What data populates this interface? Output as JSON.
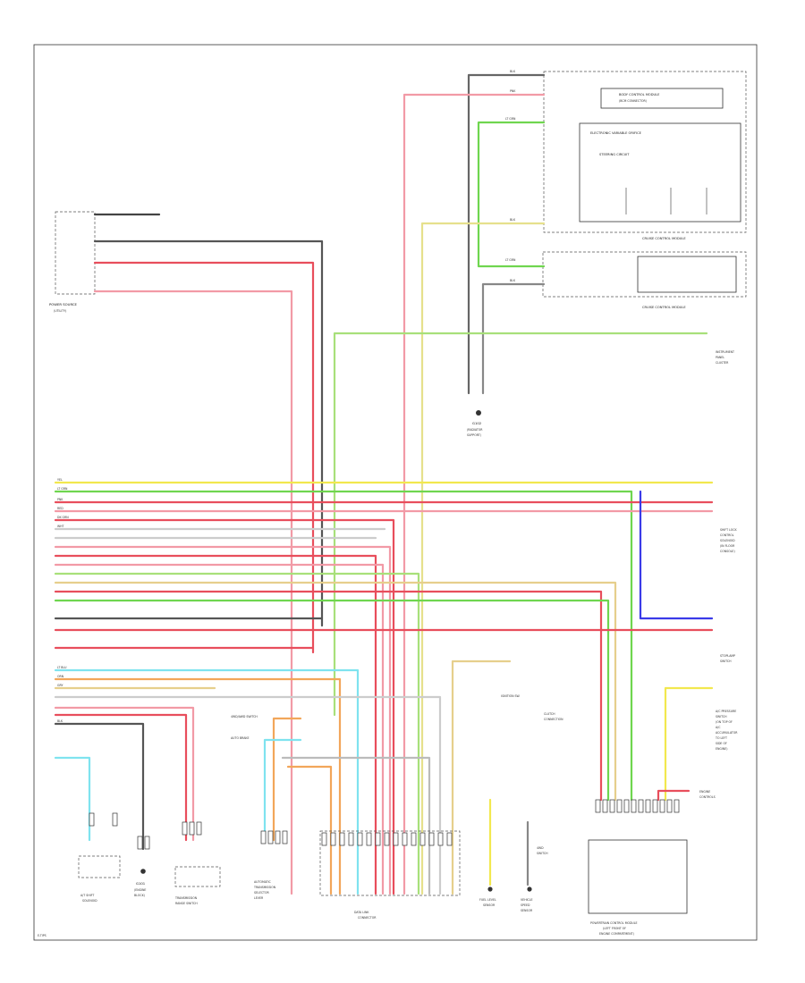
{
  "colors": {
    "yellow": "#f2e84e",
    "green": "#6fd64f",
    "ltgreen": "#a8e07a",
    "red": "#e84e5c",
    "pink": "#f29aa6",
    "gray": "#7a7a7a",
    "dkgray": "#444444",
    "tan": "#e6cf8c",
    "orange": "#f2a65a",
    "ltblue": "#7fe3ef",
    "blue": "#3a3ae8",
    "white": "#dddddd"
  },
  "labels": {
    "wire_top_1": "BLK",
    "wire_top_2": "PNK",
    "wire_top_3": "LT GRN",
    "wire_top_4": "BLK",
    "wire_top_5": "LT GRN",
    "wire_top_6": "BLK",
    "module_a": "BODY CONTROL MODULE",
    "module_a_sub": "(BCM CONNECTOR)",
    "module_b": "ELECTRONIC VARIABLE ORIFICE",
    "module_b_2": "STEERING CIRCUIT",
    "cruise_ctrl": "CRUISE CONTROL MODULE",
    "cruise_ctrl_2": "CRUISE CONTROL MODULE",
    "power_source": "POWER SOURCE",
    "power_source_2": "(UTILITY)",
    "ground_top": "G102",
    "ground_top_2": "(RADIATOR",
    "ground_top_3": "SUPPORT)",
    "inst_right_1": "INSTRUMENT",
    "inst_right_2": "PANEL",
    "inst_right_3": "CLUSTER",
    "shift_lock_1": "SHIFT LOCK",
    "shift_lock_2": "CONTROL",
    "shift_lock_3": "SOLENOID",
    "shift_lock_4": "(IN FLOOR",
    "shift_lock_5": "CONSOLE)",
    "stop_lamp": "STOPLAMP",
    "stop_lamp_2": "SWITCH",
    "ac_pressure_1": "A/C PRESSURE",
    "ac_pressure_2": "SWITCH",
    "ac_pressure_3": "(ON TOP OF",
    "ac_pressure_4": "A/C",
    "ac_pressure_5": "ACCUMULATOR",
    "ac_pressure_6": "TO LEFT",
    "ac_pressure_7": "SIDE OF",
    "ac_pressure_8": "ENGINE)",
    "ignition_sw_1": "IGNITION SW.",
    "ignition_sw_2": "CLUTCH",
    "ignition_sw_3": "CONNECTION",
    "fuel_level_1": "FUEL LEVEL",
    "fuel_level_2": "SENSOR",
    "wss_1": "VEHICLE",
    "wss_2": "SPEED",
    "wss_3": "SENSOR",
    "pcm_1": "POWERTRAIN CONTROL MODULE",
    "pcm_2": "(LEFT FRONT OF",
    "pcm_3": "ENGINE COMPARTMENT)",
    "sensor_1": "A/T SHIFT",
    "sensor_2": "SOLENOID",
    "ground_bot": "G101",
    "ground_bot_2": "(ENGINE",
    "ground_bot_3": "BLOCK)",
    "trans_range_1": "TRANSMISSION",
    "trans_range_2": "RANGE SWITCH",
    "selectors_1": "AUTOMATIC",
    "selectors_2": "TRANSMISSION",
    "selectors_3": "SELECTOR",
    "selectors_4": "LEVER",
    "data_link_1": "DATA LINK",
    "data_link_2": "CONNECTOR",
    "sensor_r_1": "4WD",
    "sensor_r_2": "SWITCH",
    "left_pin_1": "YEL",
    "left_pin_2": "LT GRN",
    "left_pin_3": "PNK",
    "left_pin_4": "RED",
    "left_pin_5": "DK GRN",
    "left_pin_6": "WHT",
    "left_pin_7": "LT BLU",
    "left_pin_8": "ORN",
    "left_pin_9": "GRY",
    "left_pin_10": "BLK",
    "bottom_left": "E-TIPS",
    "trans_ctrl_1": "4WD/AWD SWITCH",
    "trans_ctrl_2": "AUTO BRAKE",
    "aux_1": "ENGINE",
    "aux_2": "CONTROLS"
  }
}
